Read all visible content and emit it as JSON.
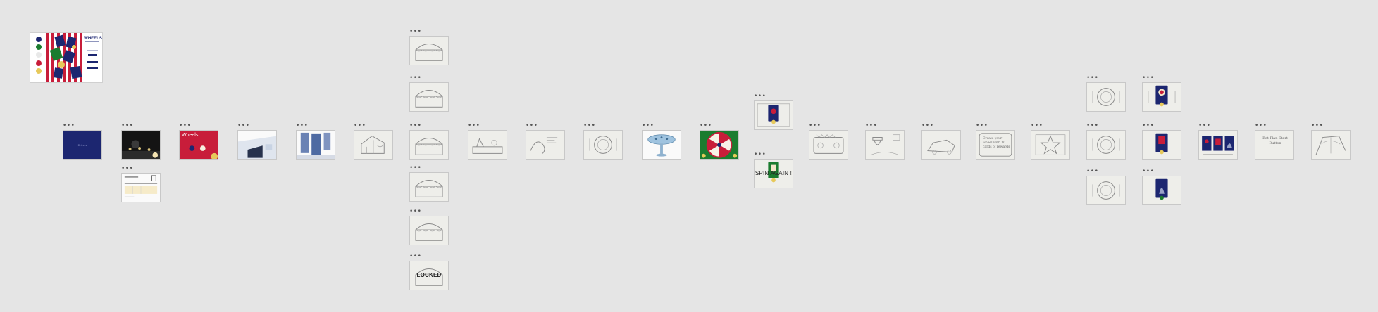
{
  "canvas": {
    "background": "#e5e5e5",
    "frame_menu_glyph": "•••"
  },
  "poster": {
    "title": "WHEELS",
    "swatches": [
      "#1c2670",
      "#1b7c2f",
      "#e8e8e8",
      "#c81d3a",
      "#e7c95a"
    ],
    "stripe_colors": [
      "#c81d3a",
      "#ffffff"
    ]
  },
  "frames": {
    "navy_title": {
      "text": "Drivers"
    },
    "wheels_cover": {
      "title": "Wheels"
    },
    "spin_again": {
      "text": "SPIN AGAIN !"
    },
    "locked": {
      "text": "LOCKED"
    },
    "sketch_note_1": {
      "text": "Create your wheel with 10 cards of rewards"
    },
    "sketch_note_2": {
      "text": "Bet Plan Start Button"
    }
  },
  "colors": {
    "navy": "#1c2670",
    "red": "#c81d3a",
    "green": "#1b7c2f",
    "gold": "#e7c95a"
  }
}
